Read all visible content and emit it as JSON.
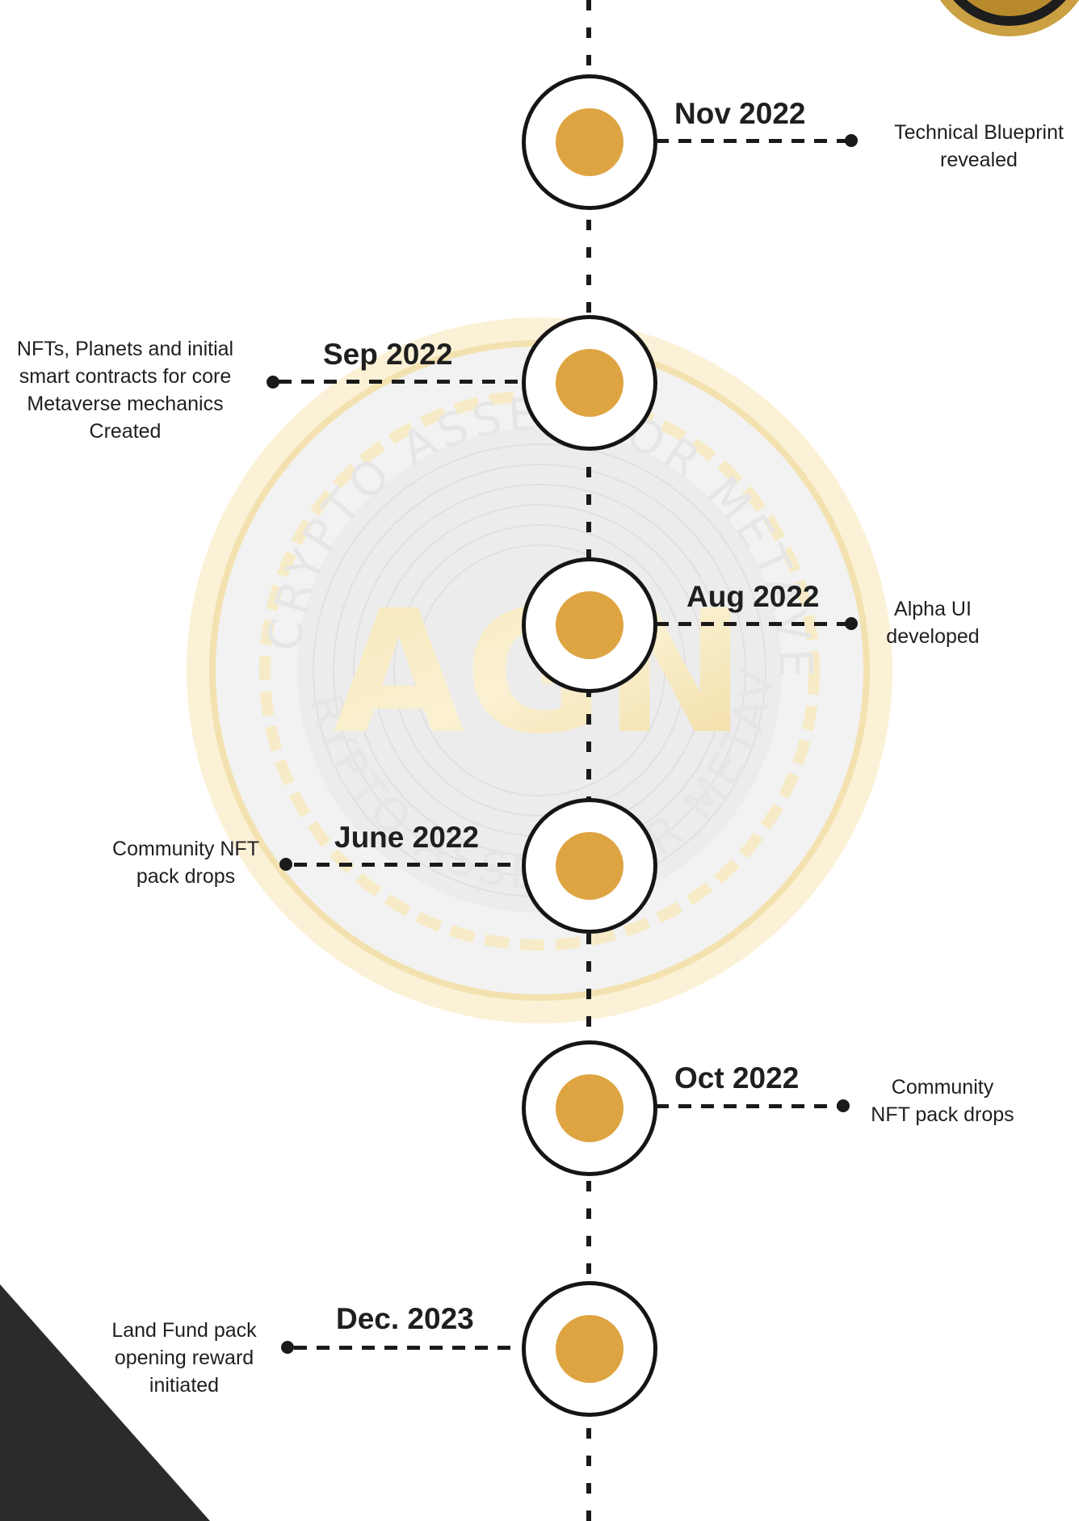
{
  "watermark": {
    "ring_text_top": "AGN CRYPTO ASSET FOR METAVERSE",
    "ring_text_bottom": "AGN CRYPTO ASSET FOR METAVERSE",
    "logo_text": "AGN"
  },
  "milestones": [
    {
      "date": "Nov 2022",
      "description": "Technical Blueprint\nrevealed"
    },
    {
      "date": "Sep 2022",
      "description": "NFTs, Planets and initial\nsmart contracts for core\nMetaverse mechanics\nCreated"
    },
    {
      "date": "Aug 2022",
      "description": "Alpha UI\ndeveloped"
    },
    {
      "date": "June 2022",
      "description": "Community NFT\npack drops"
    },
    {
      "date": "Oct 2022",
      "description": "Community\nNFT pack drops"
    },
    {
      "date": "Dec. 2023",
      "description": "Land Fund pack\nopening reward\ninitiated"
    }
  ],
  "colors": {
    "node_fill": "#dea441",
    "line": "#1a1a1a",
    "text": "#1f1f1f",
    "corner": "#2b2b2b"
  }
}
